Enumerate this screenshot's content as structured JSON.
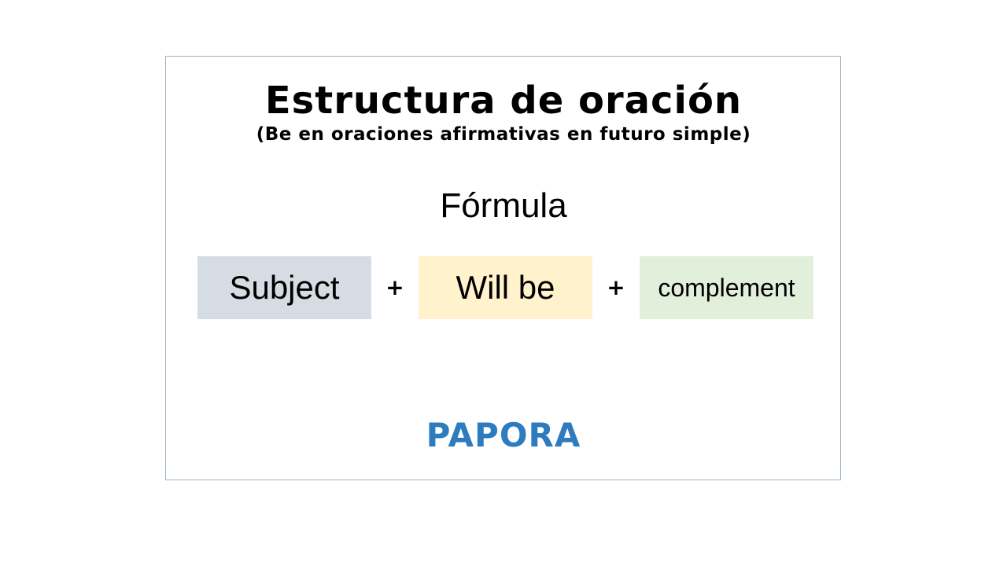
{
  "slide": {
    "title": "Estructura de oración",
    "subtitle": "(Be en oraciones afirmativas en futuro simple)",
    "formula_label": "Fórmula",
    "formula": {
      "part1": "Subject",
      "operator1": "+",
      "part2": "Will be",
      "operator2": "+",
      "part3": "complement"
    },
    "logo_text": "PAPORA"
  },
  "colors": {
    "subject_box": "#d6dce4",
    "will_be_box": "#fff2cc",
    "complement_box": "#e2efda",
    "logo": "#2e7bbf",
    "frame_border": "#9fb3c4"
  }
}
